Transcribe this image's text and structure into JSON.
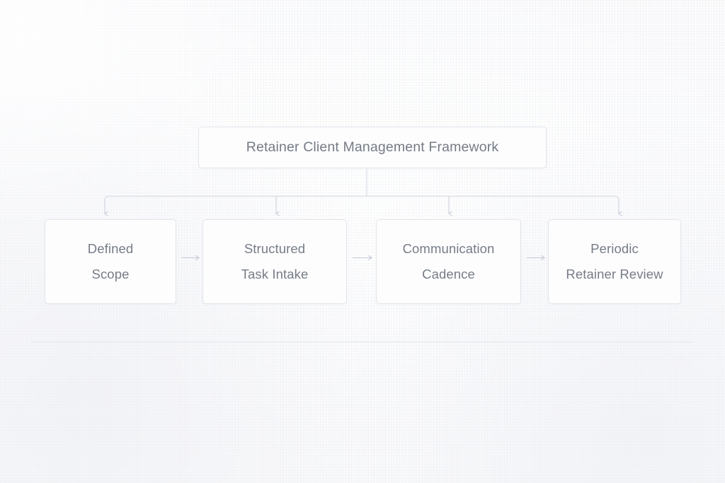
{
  "diagram": {
    "type": "hierarchy-flow",
    "root": {
      "label": "Retainer Client Management Framework"
    },
    "children": [
      {
        "id": "defined-scope",
        "line1": "Defined",
        "line2": "Scope"
      },
      {
        "id": "structured-task-intake",
        "line1": "Structured",
        "line2": "Task Intake"
      },
      {
        "id": "communication-cadence",
        "line1": "Communication",
        "line2": "Cadence"
      },
      {
        "id": "periodic-retainer-review",
        "line1": "Periodic",
        "line2": "Retainer Review"
      }
    ],
    "flow_arrows": [
      {
        "from": "defined-scope",
        "to": "structured-task-intake"
      },
      {
        "from": "structured-task-intake",
        "to": "communication-cadence"
      },
      {
        "from": "communication-cadence",
        "to": "periodic-retainer-review"
      }
    ],
    "colors": {
      "background": "#fcfcfd",
      "node_fill": "#fdfdfe",
      "node_border": "#e1e4ea",
      "text": "#767c86",
      "connector": "#d7dbe4",
      "arrow": "#c7ccd8",
      "divider": "#e3e6ec"
    }
  }
}
